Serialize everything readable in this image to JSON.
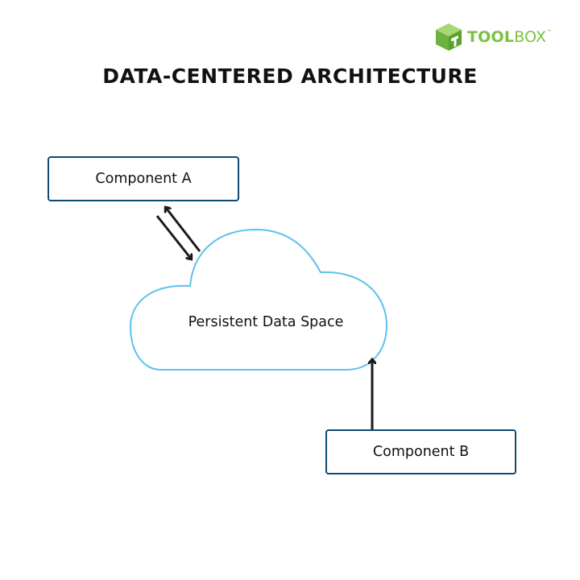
{
  "brand": {
    "name_bold": "TOOL",
    "name_light": "BOX",
    "trademark": "™",
    "logo_icon": "green-cube-icon",
    "color": "#7ac143"
  },
  "title": "DATA-CENTERED ARCHITECTURE",
  "nodes": {
    "component_a": "Component A",
    "component_b": "Component B",
    "data_space": "Persistent Data Space"
  },
  "edges": [
    {
      "from": "Component A",
      "to": "Persistent Data Space",
      "type": "bidirectional"
    },
    {
      "from": "Component B",
      "to": "Persistent Data Space",
      "type": "directed"
    }
  ],
  "colors": {
    "box_border": "#0f4a70",
    "cloud_stroke": "#5bc2ec",
    "arrow": "#1a1a1a",
    "text": "#111111"
  }
}
